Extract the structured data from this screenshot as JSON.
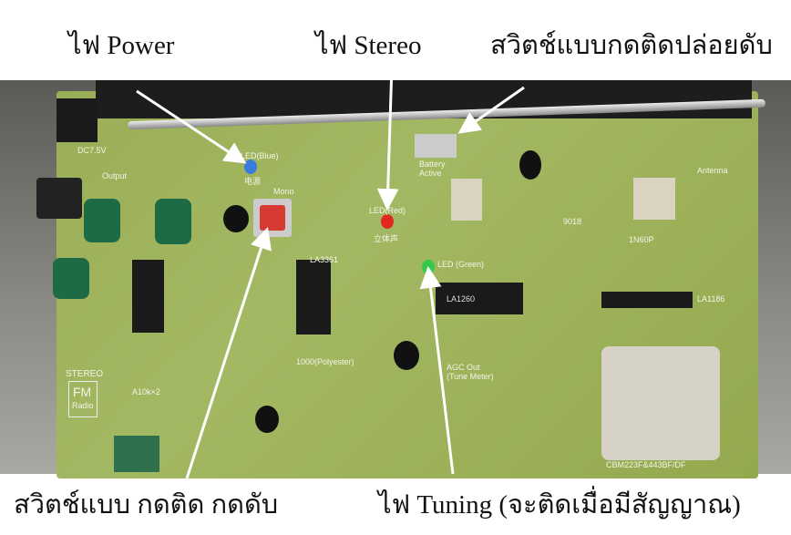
{
  "captions": {
    "power_led": "ไฟ Power",
    "stereo_led": "ไฟ Stereo",
    "latching_switch": "สวิตช์แบบกดติดปล่อยดับ",
    "push_switch": "สวิตช์แบบ กดติด กดดับ",
    "tuning_led": "ไฟ Tuning (จะติดเมื่อมีสัญญาณ)"
  },
  "board_text": {
    "dc": "DC7.5V",
    "output": "Output",
    "led_blue": "LED(Blue)",
    "power_cn": "电源",
    "mono": "Mono",
    "led_red": "LED(Red)",
    "stereo_cn": "立体声",
    "led_green": "LED (Green)",
    "battery": "Battery Active",
    "antenna": "Antenna",
    "ic_la1260": "LA1260",
    "ic_la3361": "LA3361",
    "ic_la1186": "LA1186",
    "agc": "AGC Out (Tune Meter)",
    "stereo": "STEREO",
    "fm": "FM",
    "radio": "Radio",
    "cap_polyester": "1000(Polyester)",
    "cap_model": "CBM223F&443BF/DF",
    "diode": "1N60P",
    "transistor": "9018",
    "pot": "A10k×2"
  },
  "colors": {
    "board": "#a3b862",
    "arrow": "#ffffff"
  }
}
